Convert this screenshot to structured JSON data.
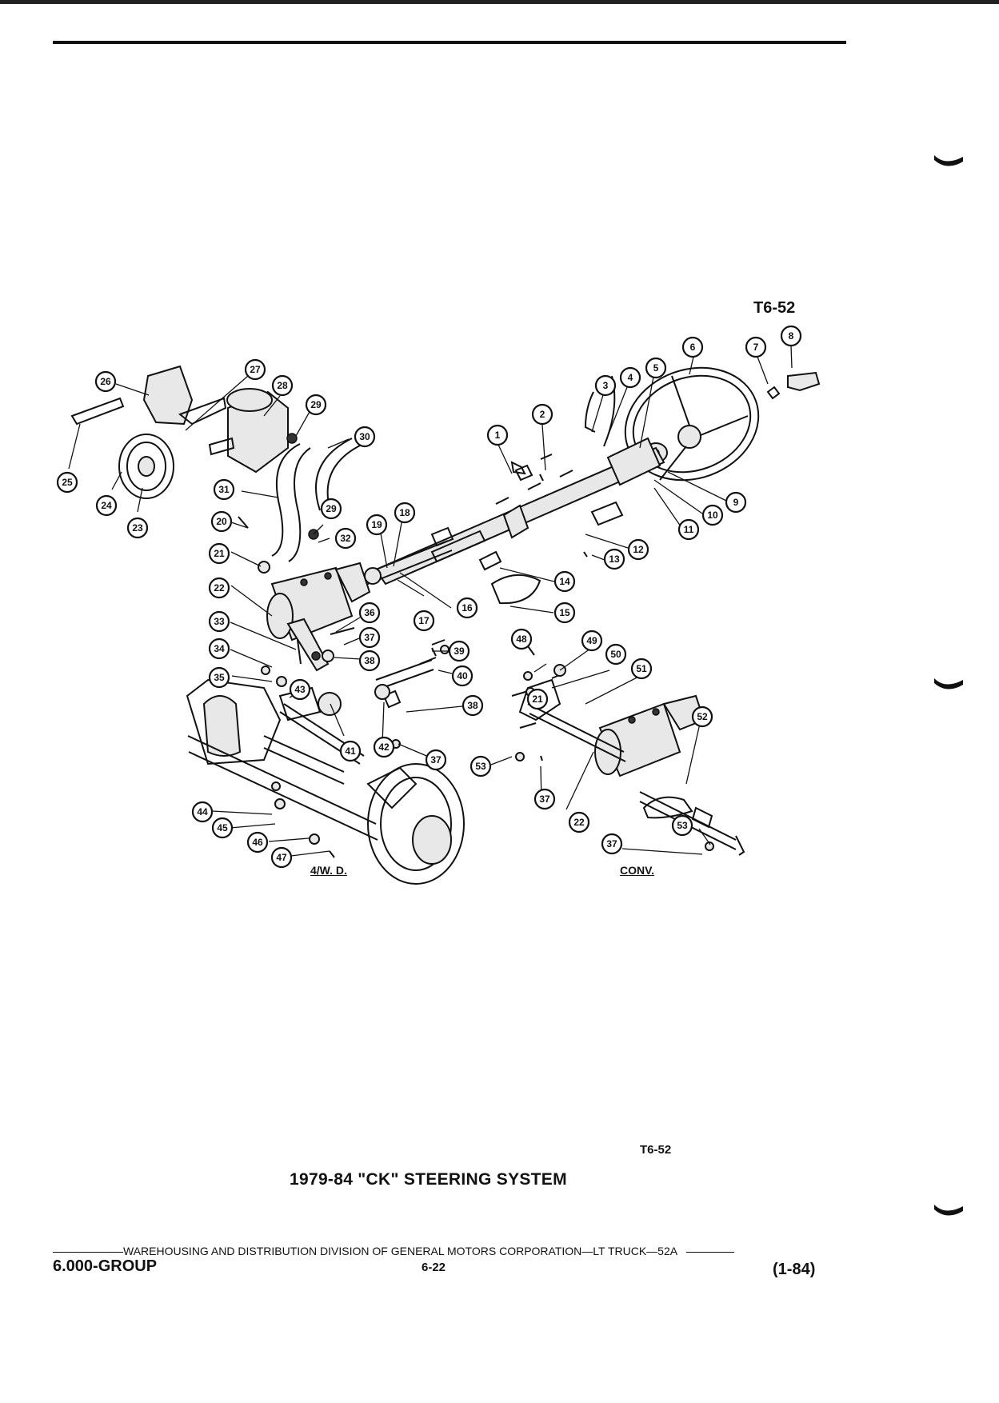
{
  "page": {
    "figure_code_top": "T6-52",
    "figure_code_bottom": "T6-52",
    "figure_title": "1979-84 \"CK\" STEERING SYSTEM",
    "label_4wd": "4/W. D.",
    "label_conv": "CONV.",
    "footer_line": "WAREHOUSING AND DISTRIBUTION  DIVISION OF GENERAL MOTORS CORPORATION—LT TRUCK—52A",
    "footer_group": "6.000-GROUP",
    "footer_page": "6-22",
    "footer_date": "(1-84)"
  },
  "callouts": [
    "1",
    "2",
    "3",
    "4",
    "5",
    "6",
    "7",
    "8",
    "9",
    "10",
    "11",
    "12",
    "13",
    "14",
    "15",
    "16",
    "17",
    "18",
    "19",
    "20",
    "21",
    "22",
    "23",
    "24",
    "25",
    "26",
    "27",
    "28",
    "29",
    "30",
    "31",
    "32",
    "33",
    "34",
    "35",
    "36",
    "37",
    "38",
    "39",
    "40",
    "41",
    "42",
    "43",
    "44",
    "45",
    "46",
    "47",
    "48",
    "49",
    "50",
    "51",
    "52",
    "53"
  ],
  "callouts_extra": [
    "29",
    "21",
    "22",
    "37",
    "37",
    "37",
    "38",
    "53"
  ]
}
